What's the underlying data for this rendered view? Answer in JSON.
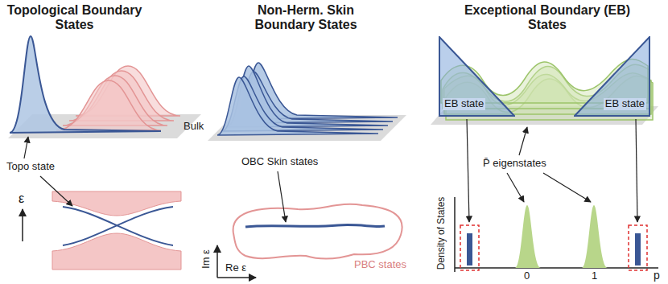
{
  "diagram": {
    "nodes": [
      {
        "text": [
          "EB state"
        ]
      },
      {
        "text": [
          "EB state"
        ]
      }
    ],
    "labels": [
      "Topological Boundary States",
      "Non-Herm. Skin Boundary States",
      "Exceptional Boundary (EB) States",
      "Bulk",
      "Topo state",
      "ε",
      "OBC Skin states",
      "Im ε",
      "Re ε",
      "PBC states",
      "P̄ eigenstates",
      "Density of States",
      "p",
      "0",
      "1"
    ]
  }
}
